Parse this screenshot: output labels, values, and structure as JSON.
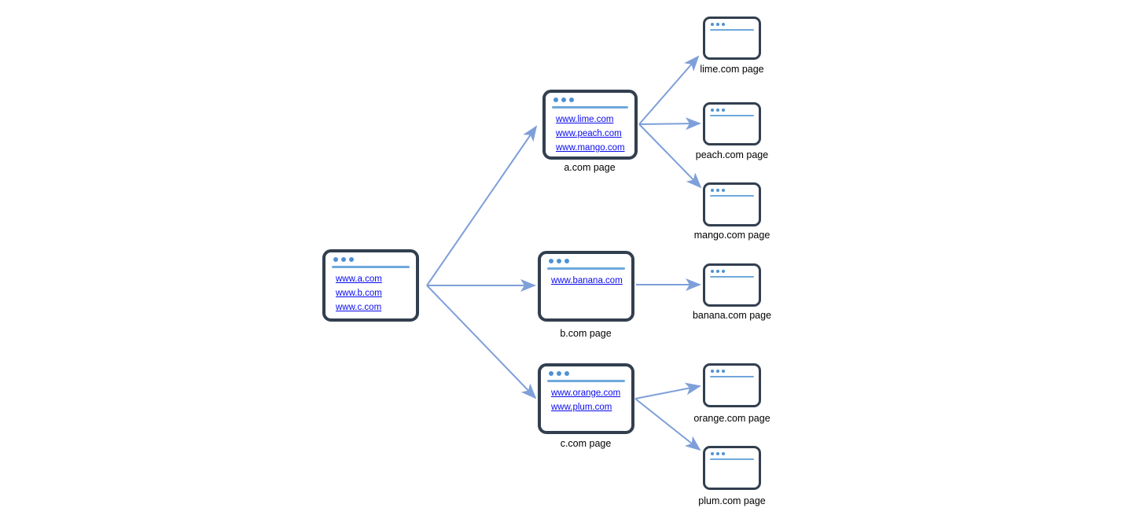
{
  "colors": {
    "frame": "#323f4f",
    "dots": "#4e92d4",
    "chromeline": "#6fa8dc",
    "link": "#0b0bee",
    "arrow": "#7e9fd9",
    "label": "#000000",
    "bg": "#ffffff"
  },
  "nodes": {
    "root": {
      "links": [
        "www.a.com",
        "www.b.com",
        "www.c.com"
      ]
    },
    "a": {
      "label": "a.com page",
      "links": [
        "www.lime.com",
        "www.peach.com",
        "www.mango.com"
      ]
    },
    "b": {
      "label": "b.com page",
      "links": [
        "www.banana.com"
      ]
    },
    "c": {
      "label": "c.com page",
      "links": [
        "www.orange.com",
        "www.plum.com"
      ]
    },
    "lime": {
      "label": "lime.com page"
    },
    "peach": {
      "label": "peach.com page"
    },
    "mango": {
      "label": "mango.com page"
    },
    "banana": {
      "label": "banana.com page"
    },
    "orange": {
      "label": "orange.com page"
    },
    "plum": {
      "label": "plum.com page"
    }
  },
  "edges": [
    {
      "from": "root",
      "to": "a"
    },
    {
      "from": "root",
      "to": "b"
    },
    {
      "from": "root",
      "to": "c"
    },
    {
      "from": "a",
      "to": "lime"
    },
    {
      "from": "a",
      "to": "peach"
    },
    {
      "from": "a",
      "to": "mango"
    },
    {
      "from": "b",
      "to": "banana"
    },
    {
      "from": "c",
      "to": "orange"
    },
    {
      "from": "c",
      "to": "plum"
    }
  ]
}
